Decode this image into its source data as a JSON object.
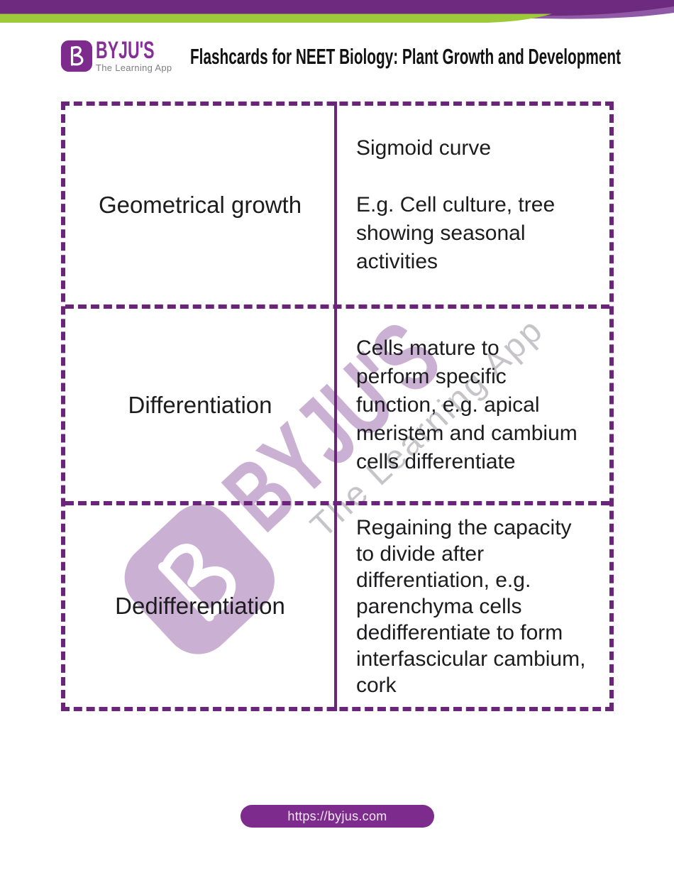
{
  "colors": {
    "brand_purple": "#7d2b8d",
    "band_purple": "#6e2a7f",
    "band_purple_light": "#9059a5",
    "band_green": "#9dca3b",
    "dashed_border_purple": "#6a2479",
    "watermark_purple": "#cab1d4",
    "watermark_gray": "#c7c4c9",
    "text_black": "#1c1c1e"
  },
  "logo": {
    "wordmark": "BYJU'S",
    "tagline": "The Learning App"
  },
  "header": {
    "title": "Flashcards for NEET Biology: Plant Growth and Development"
  },
  "flashcards": {
    "rows": [
      {
        "term": "Geometrical growth",
        "definition_lines": [
          "Sigmoid curve",
          "",
          "E.g. Cell culture, tree",
          "showing seasonal",
          "activities"
        ]
      },
      {
        "term": "Differentiation",
        "definition_lines": [
          "Cells mature to",
          "perform specific",
          "function, e.g. apical",
          "meristem and cambium",
          "cells differentiate"
        ]
      },
      {
        "term": "Dedifferentiation",
        "definition_lines": [
          "Regaining the capacity",
          "to divide after",
          "differentiation, e.g.",
          "parenchyma cells",
          "dedifferentiate to form",
          "interfascicular cambium,",
          "cork"
        ]
      }
    ]
  },
  "watermark": {
    "wordmark": "BYJU'S",
    "tagline": "The Learning App"
  },
  "footer": {
    "url": "https://byjus.com"
  }
}
